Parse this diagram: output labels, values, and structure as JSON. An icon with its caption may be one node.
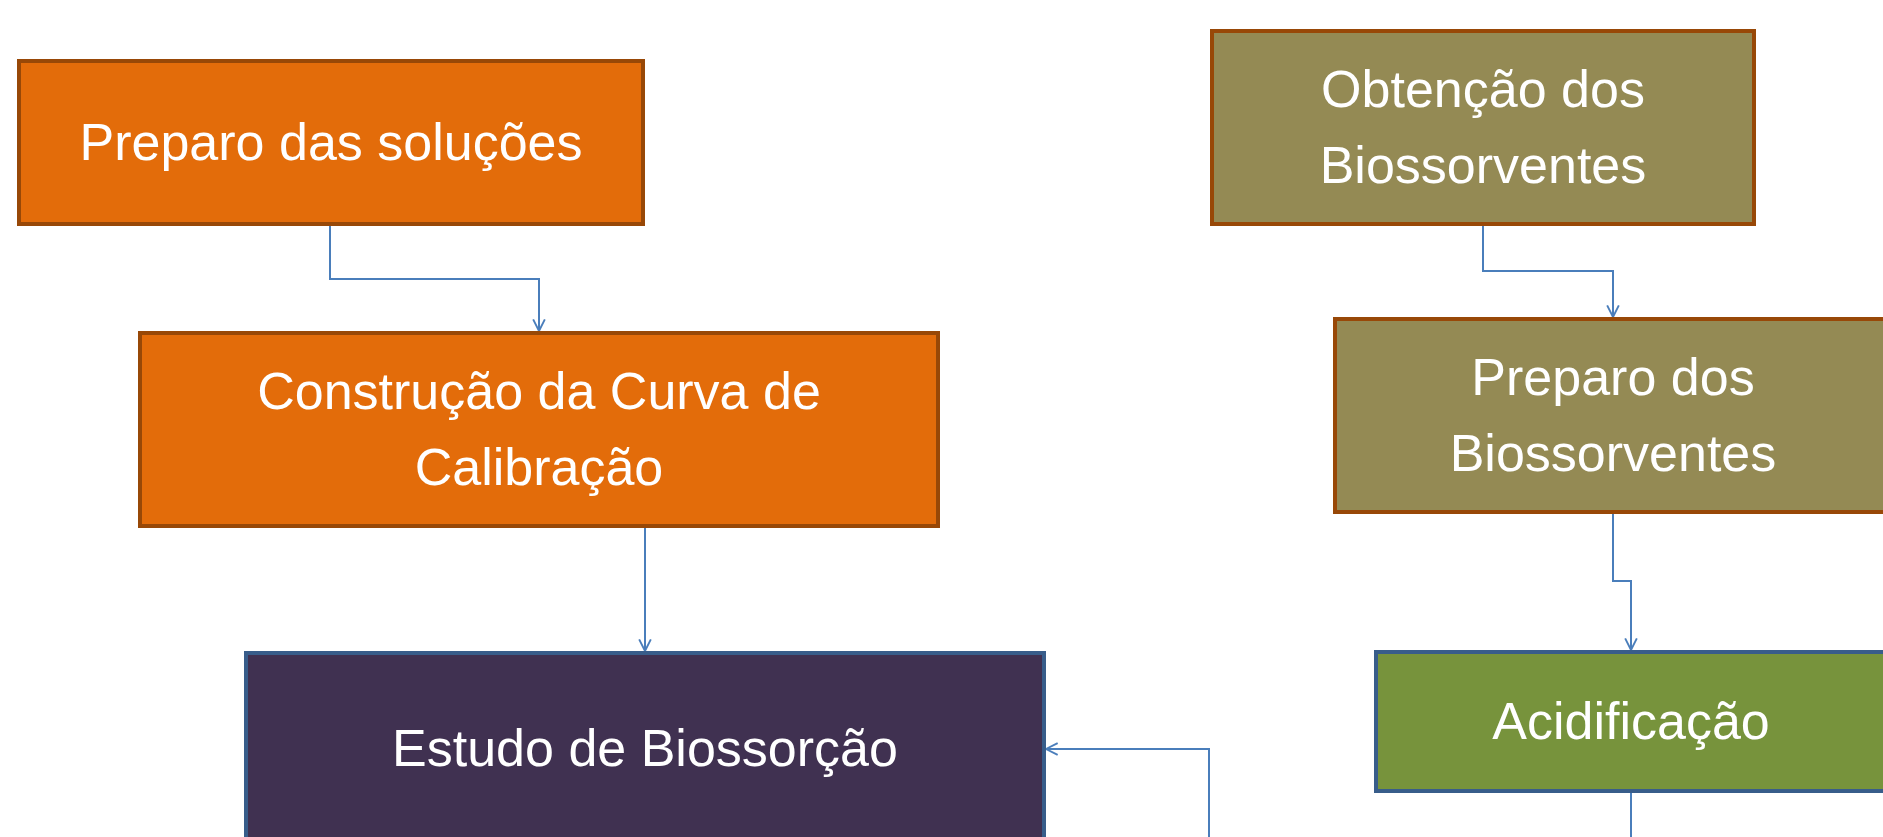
{
  "diagram": {
    "nodes": [
      {
        "text": [
          "Preparo das soluções"
        ]
      },
      {
        "text": [
          "Construção da Curva de Calibração"
        ]
      },
      {
        "text": [
          "Estudo de Biossorção"
        ]
      },
      {
        "text": [
          "Obtenção dos Biossorventes"
        ]
      },
      {
        "text": [
          "Preparo dos Biossorventes"
        ]
      },
      {
        "text": [
          "Acidificação"
        ]
      }
    ],
    "edges": [
      {
        "from": 0,
        "to": 1,
        "arrow": "to"
      },
      {
        "from": 1,
        "to": 2,
        "arrow": "to"
      },
      {
        "from": 3,
        "to": 4,
        "arrow": "to"
      },
      {
        "from": 4,
        "to": 5,
        "arrow": "to"
      },
      {
        "from": 5,
        "to": null,
        "arrow": "none"
      },
      {
        "from": null,
        "to": 2,
        "arrow": "to"
      }
    ]
  }
}
